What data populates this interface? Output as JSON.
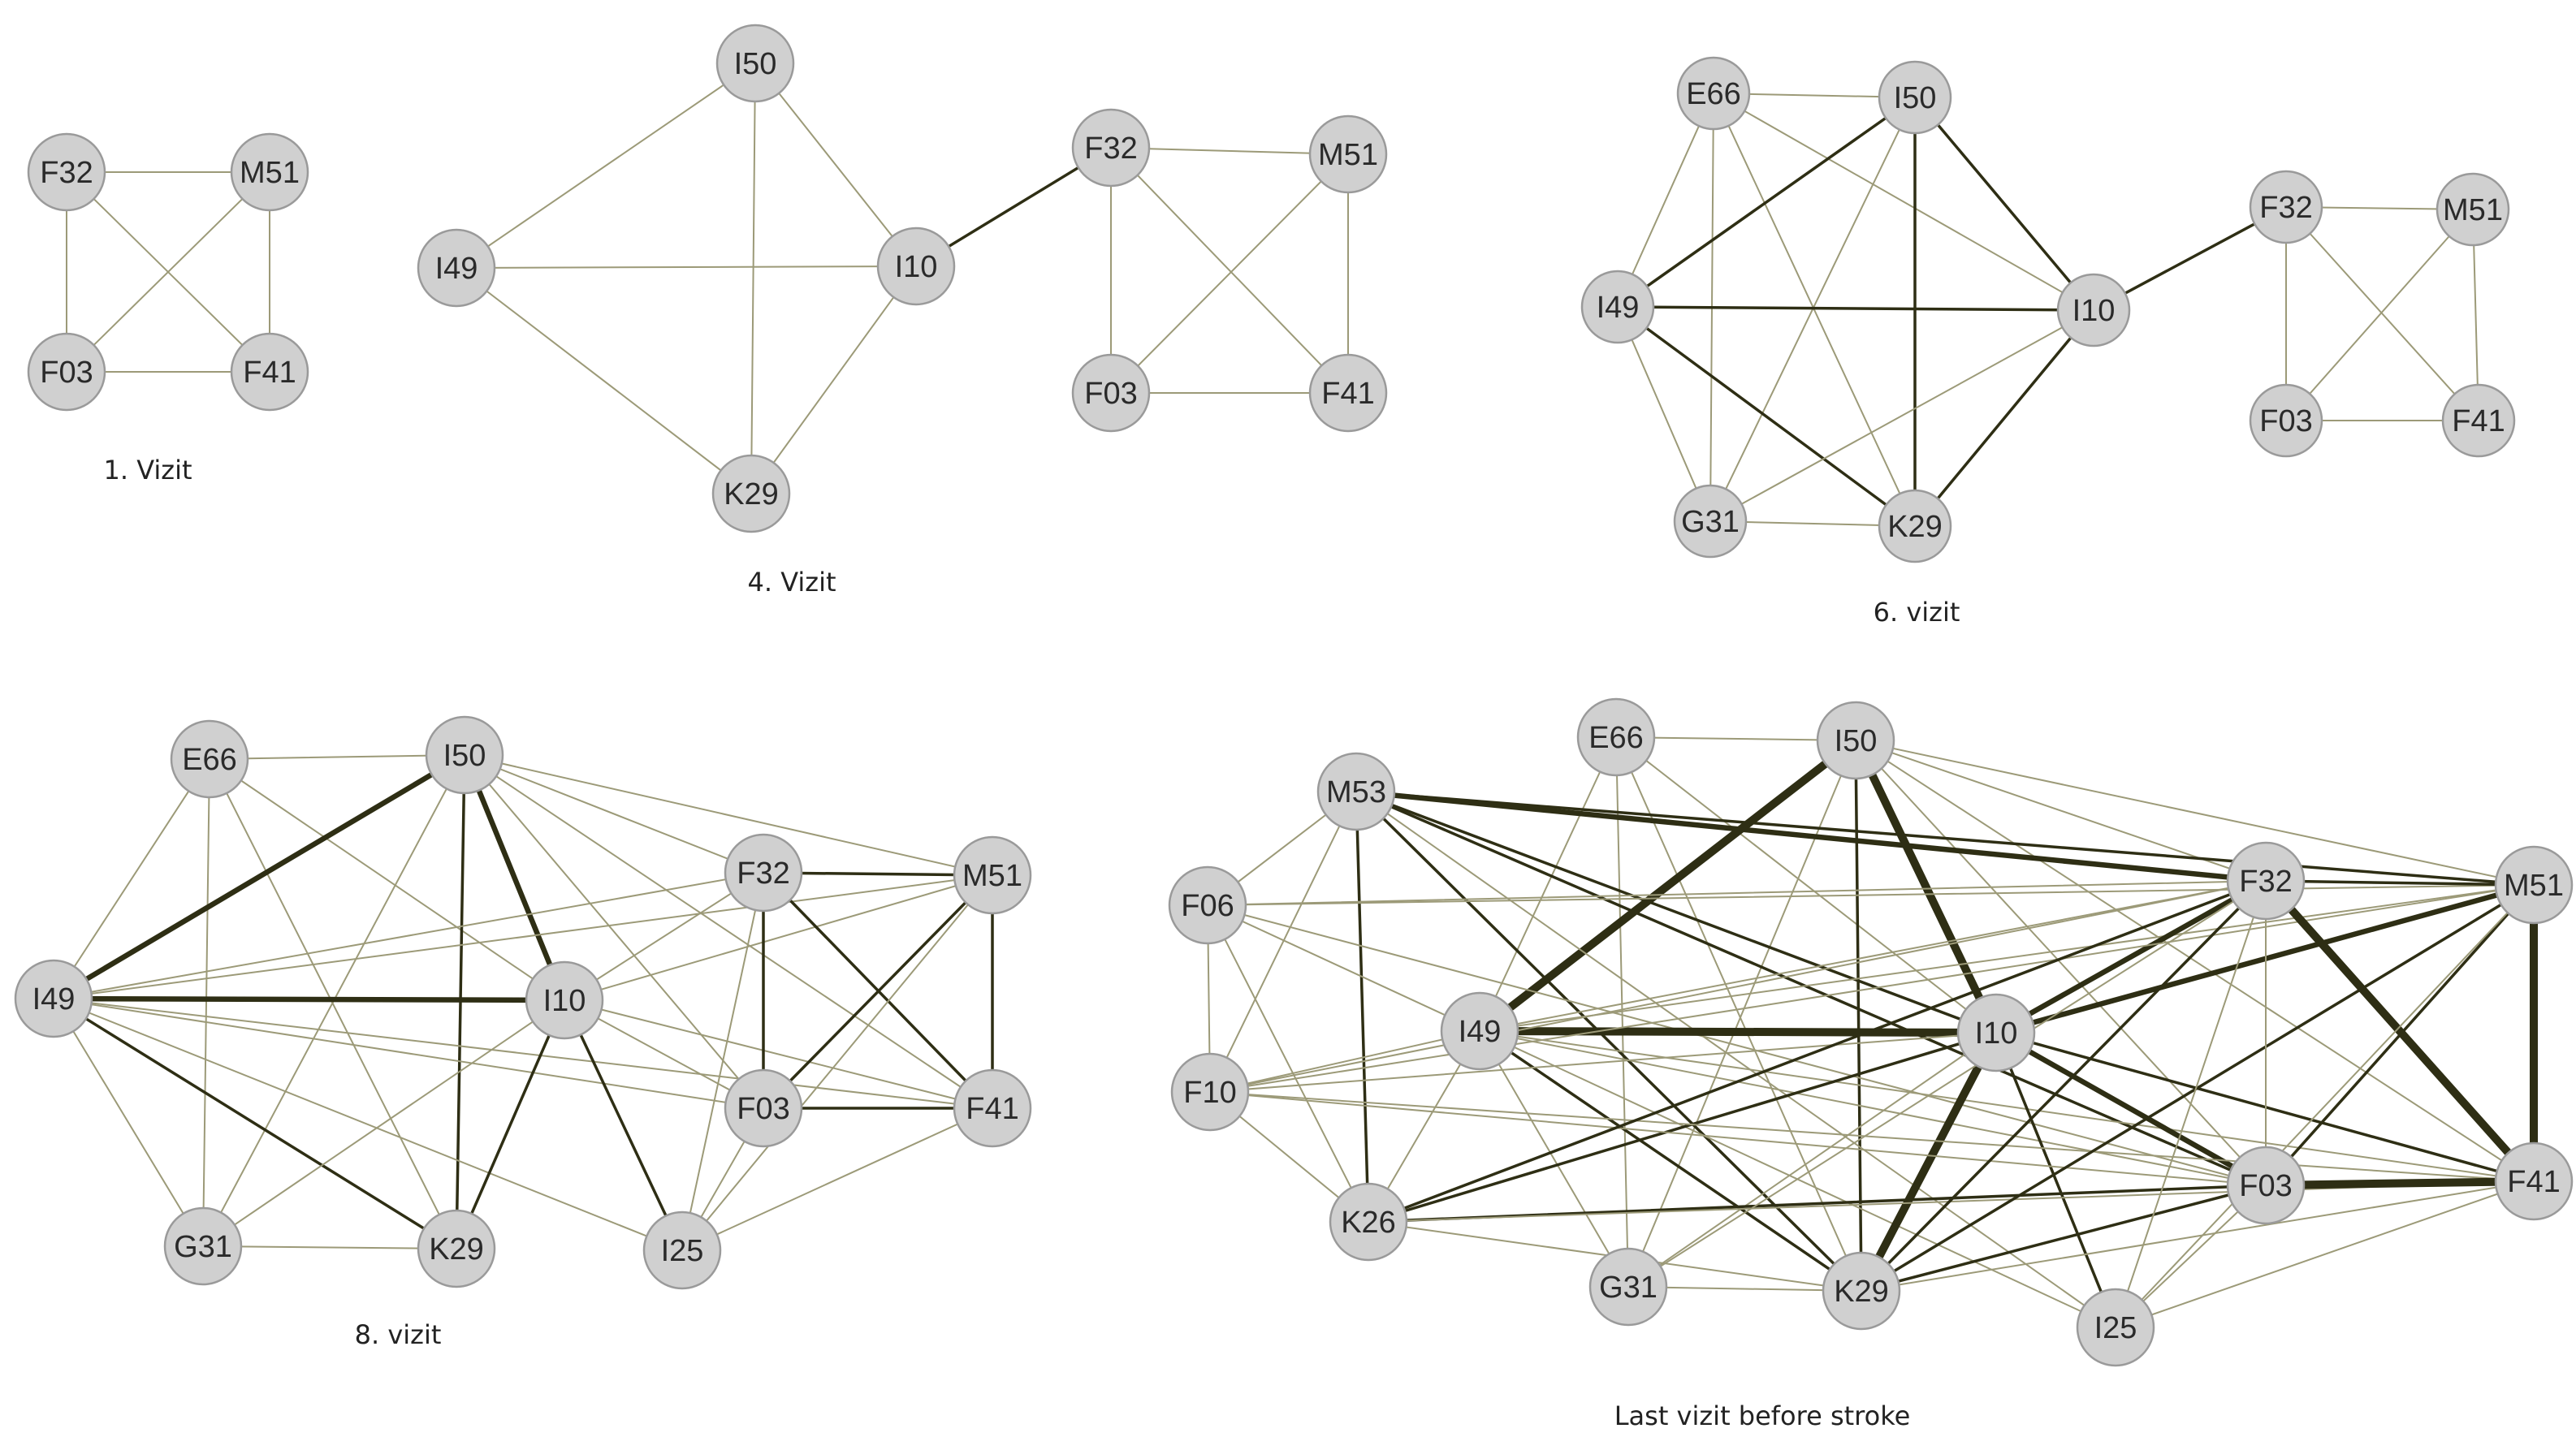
{
  "colors": {
    "edge_light": "#9c9a78",
    "edge_dark": "#2e2e14",
    "node_fill": "#d0d0d0",
    "node_stroke": "#9a9a9a",
    "label": "#2a2a2a"
  },
  "graphs": [
    {
      "id": "g1",
      "caption": "1. Vizit",
      "nodes": [
        "F32",
        "M51",
        "F03",
        "F41"
      ],
      "edges": [
        [
          "F32",
          "M51",
          1
        ],
        [
          "F32",
          "F03",
          1
        ],
        [
          "F32",
          "F41",
          1
        ],
        [
          "M51",
          "F03",
          1
        ],
        [
          "M51",
          "F41",
          1
        ],
        [
          "F03",
          "F41",
          1
        ]
      ]
    },
    {
      "id": "g4",
      "caption": "4. Vizit",
      "nodes": [
        "I50",
        "I49",
        "I10",
        "K29",
        "F32",
        "M51",
        "F03",
        "F41"
      ],
      "edges": [
        [
          "I50",
          "I49",
          1
        ],
        [
          "I50",
          "I10",
          1
        ],
        [
          "I50",
          "K29",
          1
        ],
        [
          "I49",
          "I10",
          1
        ],
        [
          "I49",
          "K29",
          1
        ],
        [
          "I10",
          "K29",
          1
        ],
        [
          "I10",
          "F32",
          2
        ],
        [
          "F32",
          "M51",
          1
        ],
        [
          "F32",
          "F03",
          1
        ],
        [
          "F32",
          "F41",
          1
        ],
        [
          "M51",
          "F03",
          1
        ],
        [
          "M51",
          "F41",
          1
        ],
        [
          "F03",
          "F41",
          1
        ]
      ]
    },
    {
      "id": "g6",
      "caption": "6. vizit",
      "nodes": [
        "E66",
        "I50",
        "I49",
        "I10",
        "G31",
        "K29",
        "F32",
        "M51",
        "F03",
        "F41"
      ],
      "edges": [
        [
          "E66",
          "I50",
          1
        ],
        [
          "E66",
          "I49",
          1
        ],
        [
          "E66",
          "I10",
          1
        ],
        [
          "E66",
          "G31",
          1
        ],
        [
          "E66",
          "K29",
          1
        ],
        [
          "I50",
          "I49",
          2
        ],
        [
          "I50",
          "I10",
          2
        ],
        [
          "I50",
          "K29",
          2
        ],
        [
          "I50",
          "G31",
          1
        ],
        [
          "I49",
          "I10",
          2
        ],
        [
          "I49",
          "K29",
          2
        ],
        [
          "I49",
          "G31",
          1
        ],
        [
          "I10",
          "K29",
          2
        ],
        [
          "I10",
          "G31",
          1
        ],
        [
          "G31",
          "K29",
          1
        ],
        [
          "I10",
          "F32",
          2
        ],
        [
          "F32",
          "M51",
          1
        ],
        [
          "F32",
          "F03",
          1
        ],
        [
          "F32",
          "F41",
          1
        ],
        [
          "M51",
          "F03",
          1
        ],
        [
          "M51",
          "F41",
          1
        ],
        [
          "F03",
          "F41",
          1
        ]
      ]
    },
    {
      "id": "g8",
      "caption": "8. vizit",
      "nodes": [
        "E66",
        "I50",
        "F32",
        "M51",
        "I49",
        "I10",
        "F03",
        "F41",
        "G31",
        "K29",
        "I25"
      ],
      "edges": [
        [
          "E66",
          "I50",
          1
        ],
        [
          "E66",
          "I49",
          1
        ],
        [
          "E66",
          "G31",
          1
        ],
        [
          "E66",
          "K29",
          1
        ],
        [
          "E66",
          "I10",
          1
        ],
        [
          "I50",
          "I49",
          3
        ],
        [
          "I50",
          "I10",
          3
        ],
        [
          "I50",
          "K29",
          2
        ],
        [
          "I50",
          "G31",
          1
        ],
        [
          "I50",
          "F32",
          1
        ],
        [
          "I50",
          "M51",
          1
        ],
        [
          "I50",
          "F03",
          1
        ],
        [
          "I50",
          "F41",
          1
        ],
        [
          "I49",
          "I10",
          3
        ],
        [
          "I49",
          "K29",
          2
        ],
        [
          "I49",
          "G31",
          1
        ],
        [
          "I49",
          "F32",
          1
        ],
        [
          "I49",
          "M51",
          1
        ],
        [
          "I49",
          "F03",
          1
        ],
        [
          "I49",
          "F41",
          1
        ],
        [
          "I49",
          "I25",
          1
        ],
        [
          "I10",
          "K29",
          2
        ],
        [
          "I10",
          "I25",
          2
        ],
        [
          "I10",
          "G31",
          1
        ],
        [
          "I10",
          "F03",
          1
        ],
        [
          "I10",
          "F41",
          1
        ],
        [
          "I10",
          "F32",
          1
        ],
        [
          "I10",
          "M51",
          1
        ],
        [
          "G31",
          "K29",
          1
        ],
        [
          "F32",
          "M51",
          2
        ],
        [
          "F32",
          "F03",
          2
        ],
        [
          "F32",
          "F41",
          2
        ],
        [
          "F32",
          "I25",
          1
        ],
        [
          "M51",
          "F03",
          2
        ],
        [
          "M51",
          "F41",
          2
        ],
        [
          "M51",
          "I25",
          1
        ],
        [
          "F03",
          "F41",
          2
        ],
        [
          "F03",
          "I25",
          1
        ],
        [
          "F41",
          "I25",
          1
        ]
      ]
    },
    {
      "id": "gL",
      "caption": "Last vizit before stroke",
      "nodes": [
        "E66",
        "I50",
        "M53",
        "F06",
        "F32",
        "M51",
        "I49",
        "I10",
        "F10",
        "K26",
        "F03",
        "F41",
        "G31",
        "K29",
        "I25"
      ],
      "edges": [
        [
          "E66",
          "I50",
          1
        ],
        [
          "E66",
          "I49",
          1
        ],
        [
          "E66",
          "G31",
          1
        ],
        [
          "E66",
          "K29",
          1
        ],
        [
          "E66",
          "I10",
          1
        ],
        [
          "I50",
          "I49",
          4
        ],
        [
          "I50",
          "I10",
          4
        ],
        [
          "I50",
          "K29",
          2
        ],
        [
          "I50",
          "F32",
          1
        ],
        [
          "I50",
          "M51",
          1
        ],
        [
          "I50",
          "F03",
          1
        ],
        [
          "I50",
          "G31",
          1
        ],
        [
          "I50",
          "F41",
          1
        ],
        [
          "M53",
          "F32",
          3
        ],
        [
          "M53",
          "F06",
          1
        ],
        [
          "M53",
          "K26",
          2
        ],
        [
          "M53",
          "K29",
          2
        ],
        [
          "M53",
          "I10",
          2
        ],
        [
          "M53",
          "M51",
          2
        ],
        [
          "M53",
          "F03",
          2
        ],
        [
          "M53",
          "F10",
          1
        ],
        [
          "M53",
          "I25",
          1
        ],
        [
          "F06",
          "F10",
          1
        ],
        [
          "F06",
          "K26",
          1
        ],
        [
          "F06",
          "F32",
          1
        ],
        [
          "F06",
          "M51",
          1
        ],
        [
          "F06",
          "F03",
          1
        ],
        [
          "F06",
          "I49",
          1
        ],
        [
          "I49",
          "I10",
          4
        ],
        [
          "I49",
          "K29",
          2
        ],
        [
          "I49",
          "G31",
          1
        ],
        [
          "I49",
          "F32",
          1
        ],
        [
          "I49",
          "M51",
          1
        ],
        [
          "I49",
          "F03",
          1
        ],
        [
          "I49",
          "F41",
          1
        ],
        [
          "I49",
          "K26",
          1
        ],
        [
          "I49",
          "I25",
          1
        ],
        [
          "I49",
          "F10",
          1
        ],
        [
          "I10",
          "K29",
          4
        ],
        [
          "I10",
          "F03",
          3
        ],
        [
          "I10",
          "F32",
          3
        ],
        [
          "I10",
          "M51",
          3
        ],
        [
          "I10",
          "F41",
          2
        ],
        [
          "I10",
          "K26",
          2
        ],
        [
          "I10",
          "I25",
          2
        ],
        [
          "I10",
          "G31",
          1
        ],
        [
          "I10",
          "F10",
          1
        ],
        [
          "F10",
          "K26",
          1
        ],
        [
          "F10",
          "F03",
          1
        ],
        [
          "F10",
          "F32",
          1
        ],
        [
          "F10",
          "F41",
          1
        ],
        [
          "F10",
          "M51",
          1
        ],
        [
          "K26",
          "F32",
          2
        ],
        [
          "K26",
          "F03",
          2
        ],
        [
          "K26",
          "K29",
          1
        ],
        [
          "K26",
          "F41",
          1
        ],
        [
          "G31",
          "K29",
          1
        ],
        [
          "G31",
          "F32",
          1
        ],
        [
          "K29",
          "F32",
          2
        ],
        [
          "K29",
          "M51",
          2
        ],
        [
          "K29",
          "F03",
          2
        ],
        [
          "K29",
          "F41",
          1
        ],
        [
          "F32",
          "M51",
          2
        ],
        [
          "F32",
          "F41",
          4
        ],
        [
          "F32",
          "F03",
          1
        ],
        [
          "F32",
          "I25",
          1
        ],
        [
          "M51",
          "F41",
          4
        ],
        [
          "M51",
          "F03",
          2
        ],
        [
          "M51",
          "I25",
          1
        ],
        [
          "F03",
          "F41",
          4
        ],
        [
          "F03",
          "I25",
          1
        ],
        [
          "F41",
          "I25",
          1
        ]
      ]
    }
  ]
}
